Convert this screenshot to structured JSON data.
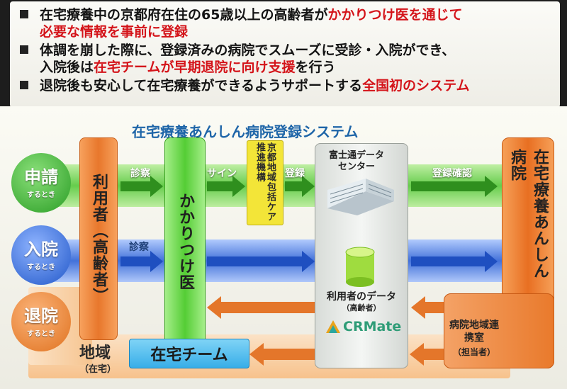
{
  "bullets": [
    {
      "segments": [
        {
          "text": "在宅療養中の京都府在住の65歳以上の高齢者が",
          "red": false
        },
        {
          "text": "かかりつけ医を通じて",
          "red": true
        }
      ]
    },
    {
      "segments": [
        {
          "text": "必要な情報を事前に登録",
          "red": true
        }
      ]
    },
    {
      "segments": [
        {
          "text": "体調を崩した際に、登録済みの病院でスムーズに受診・入院ができ、",
          "red": false
        }
      ]
    },
    {
      "segments": [
        {
          "text": "入院後は",
          "red": false
        },
        {
          "text": "在宅チームが早期退院に向け支援",
          "red": true
        },
        {
          "text": "を行う",
          "red": false
        }
      ]
    },
    {
      "segments": [
        {
          "text": "退院後も安心して在宅療養ができるようサポートする",
          "red": false
        },
        {
          "text": "全国初のシステム",
          "red": true
        }
      ]
    }
  ],
  "diagram": {
    "title": "在宅療養あんしん病院登録システム",
    "lanes": {
      "apply": {
        "label": "申請",
        "sub": "するとき"
      },
      "admit": {
        "label": "入院",
        "sub": "するとき"
      },
      "discharge": {
        "label": "退院",
        "sub": "するとき"
      }
    },
    "region": {
      "label": "地域",
      "sub": "（在宅）"
    },
    "user": "利用者（高齢者）",
    "doctor": "かかりつけ医",
    "org": "京都地域包括ケア推進機構",
    "datacenter": "富士通データセンター",
    "userdata": {
      "label": "利用者のデータ",
      "sub": "（高齢者）"
    },
    "crm_brand": "CRMate",
    "hospital": "在宅療養あんしん病院",
    "liaison": {
      "label": "病院地域連携室",
      "sub": "（担当者）"
    },
    "home_team": "在宅チーム",
    "flows": {
      "exam1": "診察",
      "sign": "サイン",
      "register": "登録",
      "confirm": "登録確認",
      "exam2": "診察"
    },
    "colors": {
      "green": "#3fbf2c",
      "blue": "#2f63d8",
      "orange": "#f08a3c",
      "title_blue": "#1e65a8",
      "red_text": "#d4141a"
    }
  }
}
